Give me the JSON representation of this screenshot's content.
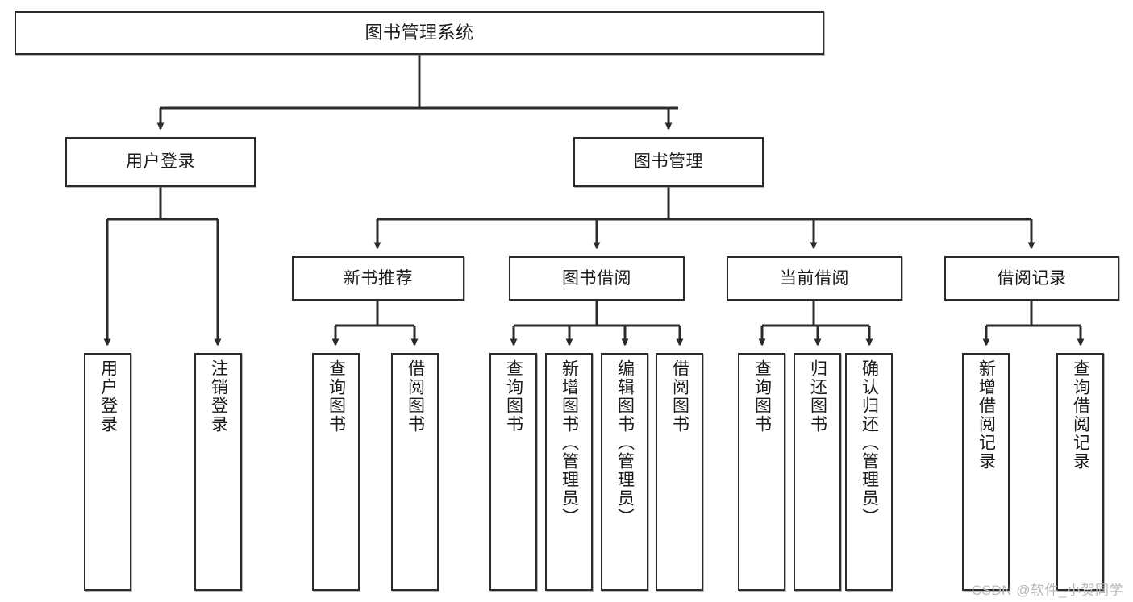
{
  "diagram": {
    "title": "图书管理系统",
    "type": "tree-hierarchy-chart",
    "watermark": "CSDN @软件_小贺同学",
    "colors": {
      "box_border": "#2b2b2b",
      "box_fill": "#ffffff",
      "connector": "#2b2b2b",
      "text": "#1b1b1b",
      "watermark": "#b9b9b9"
    },
    "root": {
      "label": "图书管理系统"
    },
    "level2": [
      {
        "label": "用户登录"
      },
      {
        "label": "图书管理"
      }
    ],
    "level3": [
      {
        "label": "新书推荐"
      },
      {
        "label": "图书借阅"
      },
      {
        "label": "当前借阅"
      },
      {
        "label": "借阅记录"
      }
    ],
    "leaves": {
      "user_login": [
        {
          "label": "用户登录"
        },
        {
          "label": "注销登录"
        }
      ],
      "new_book_recommend": [
        {
          "label": "查询图书"
        },
        {
          "label": "借阅图书"
        }
      ],
      "book_borrow": [
        {
          "label": "查询图书"
        },
        {
          "label": "新增图书（管理员）"
        },
        {
          "label": "编辑图书（管理员）"
        },
        {
          "label": "借阅图书"
        }
      ],
      "current_borrow": [
        {
          "label": "查询图书"
        },
        {
          "label": "归还图书"
        },
        {
          "label": "确认归还（管理员）"
        }
      ],
      "borrow_record": [
        {
          "label": "新增借阅记录"
        },
        {
          "label": "查询借阅记录"
        }
      ]
    }
  }
}
